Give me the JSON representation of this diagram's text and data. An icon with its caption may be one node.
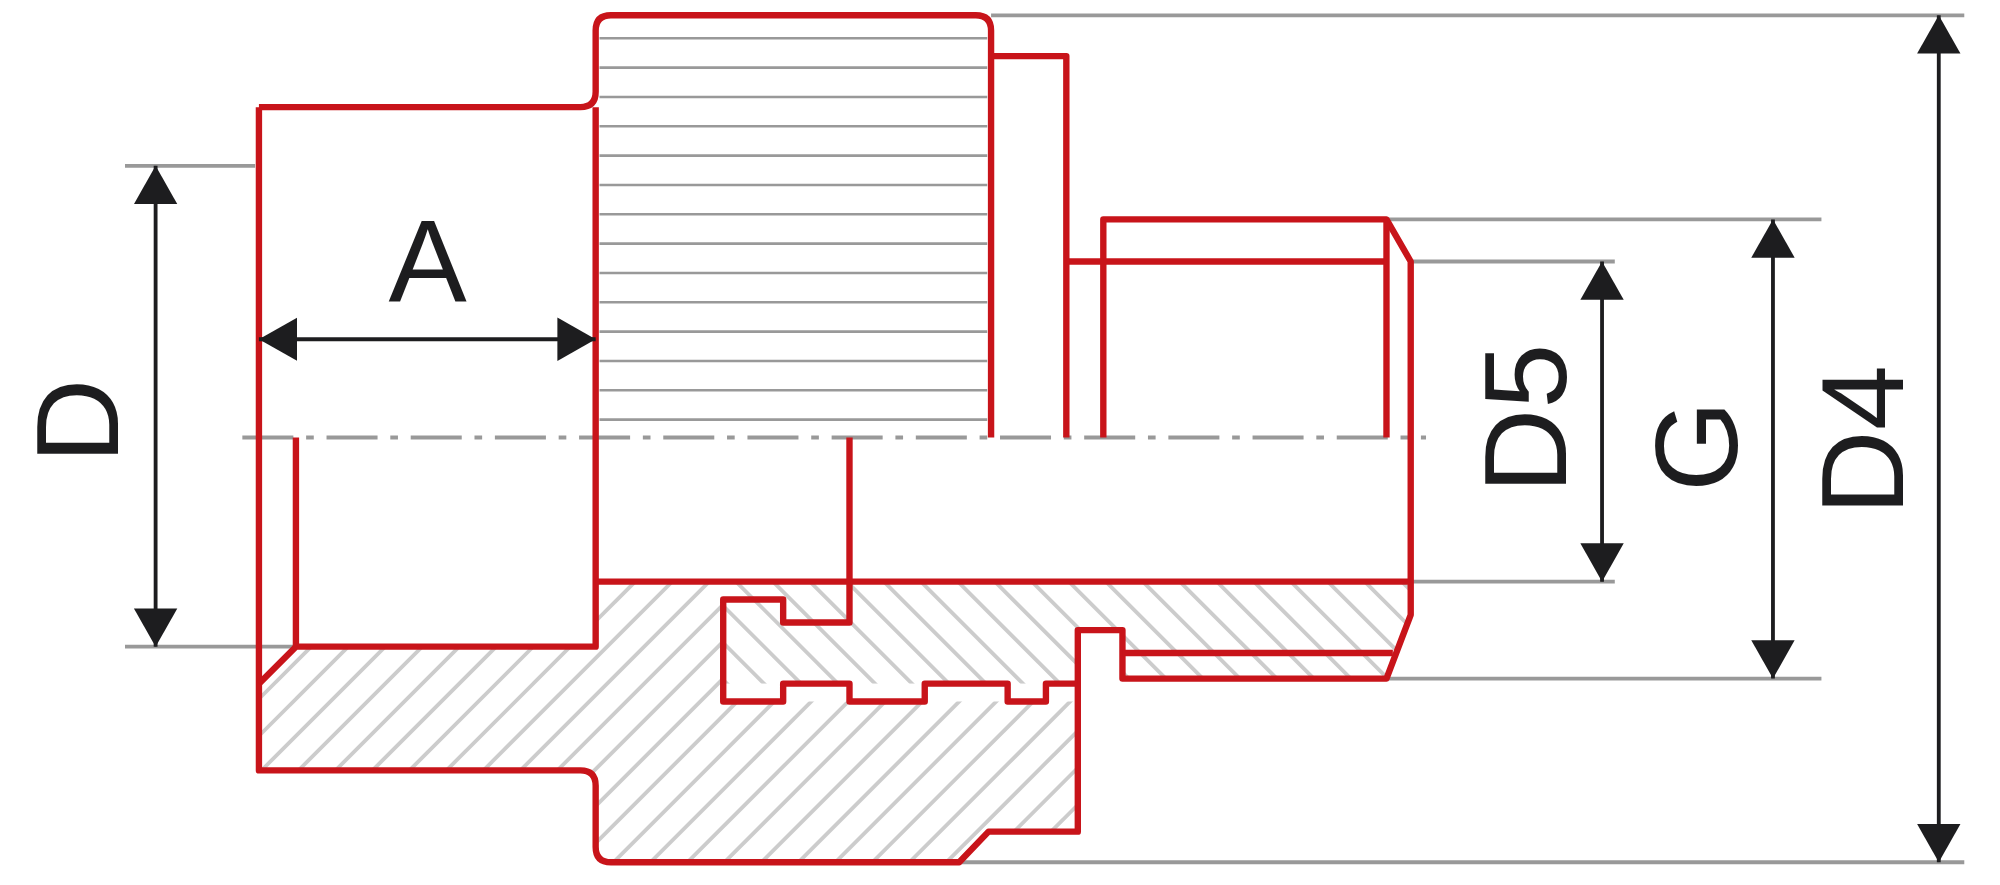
{
  "diagram": {
    "labels": [
      "D",
      "A",
      "D5",
      "G",
      "D4"
    ]
  }
}
